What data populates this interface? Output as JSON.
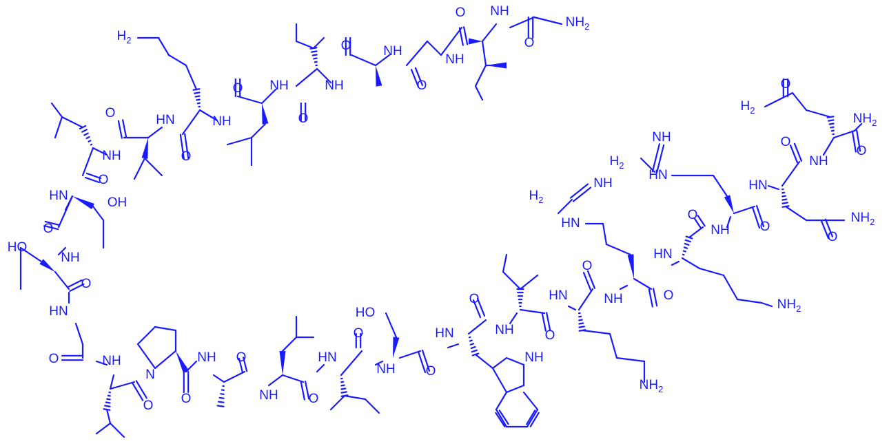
{
  "molecule": {
    "color": "#1a1aff",
    "labels": {
      "nh": "NH",
      "hn": "HN",
      "n": "N",
      "h": "H",
      "o": "O",
      "oh": "OH",
      "ho": "HO",
      "nh2_main": "NH",
      "h2n_main": "H",
      "two": "2"
    }
  }
}
